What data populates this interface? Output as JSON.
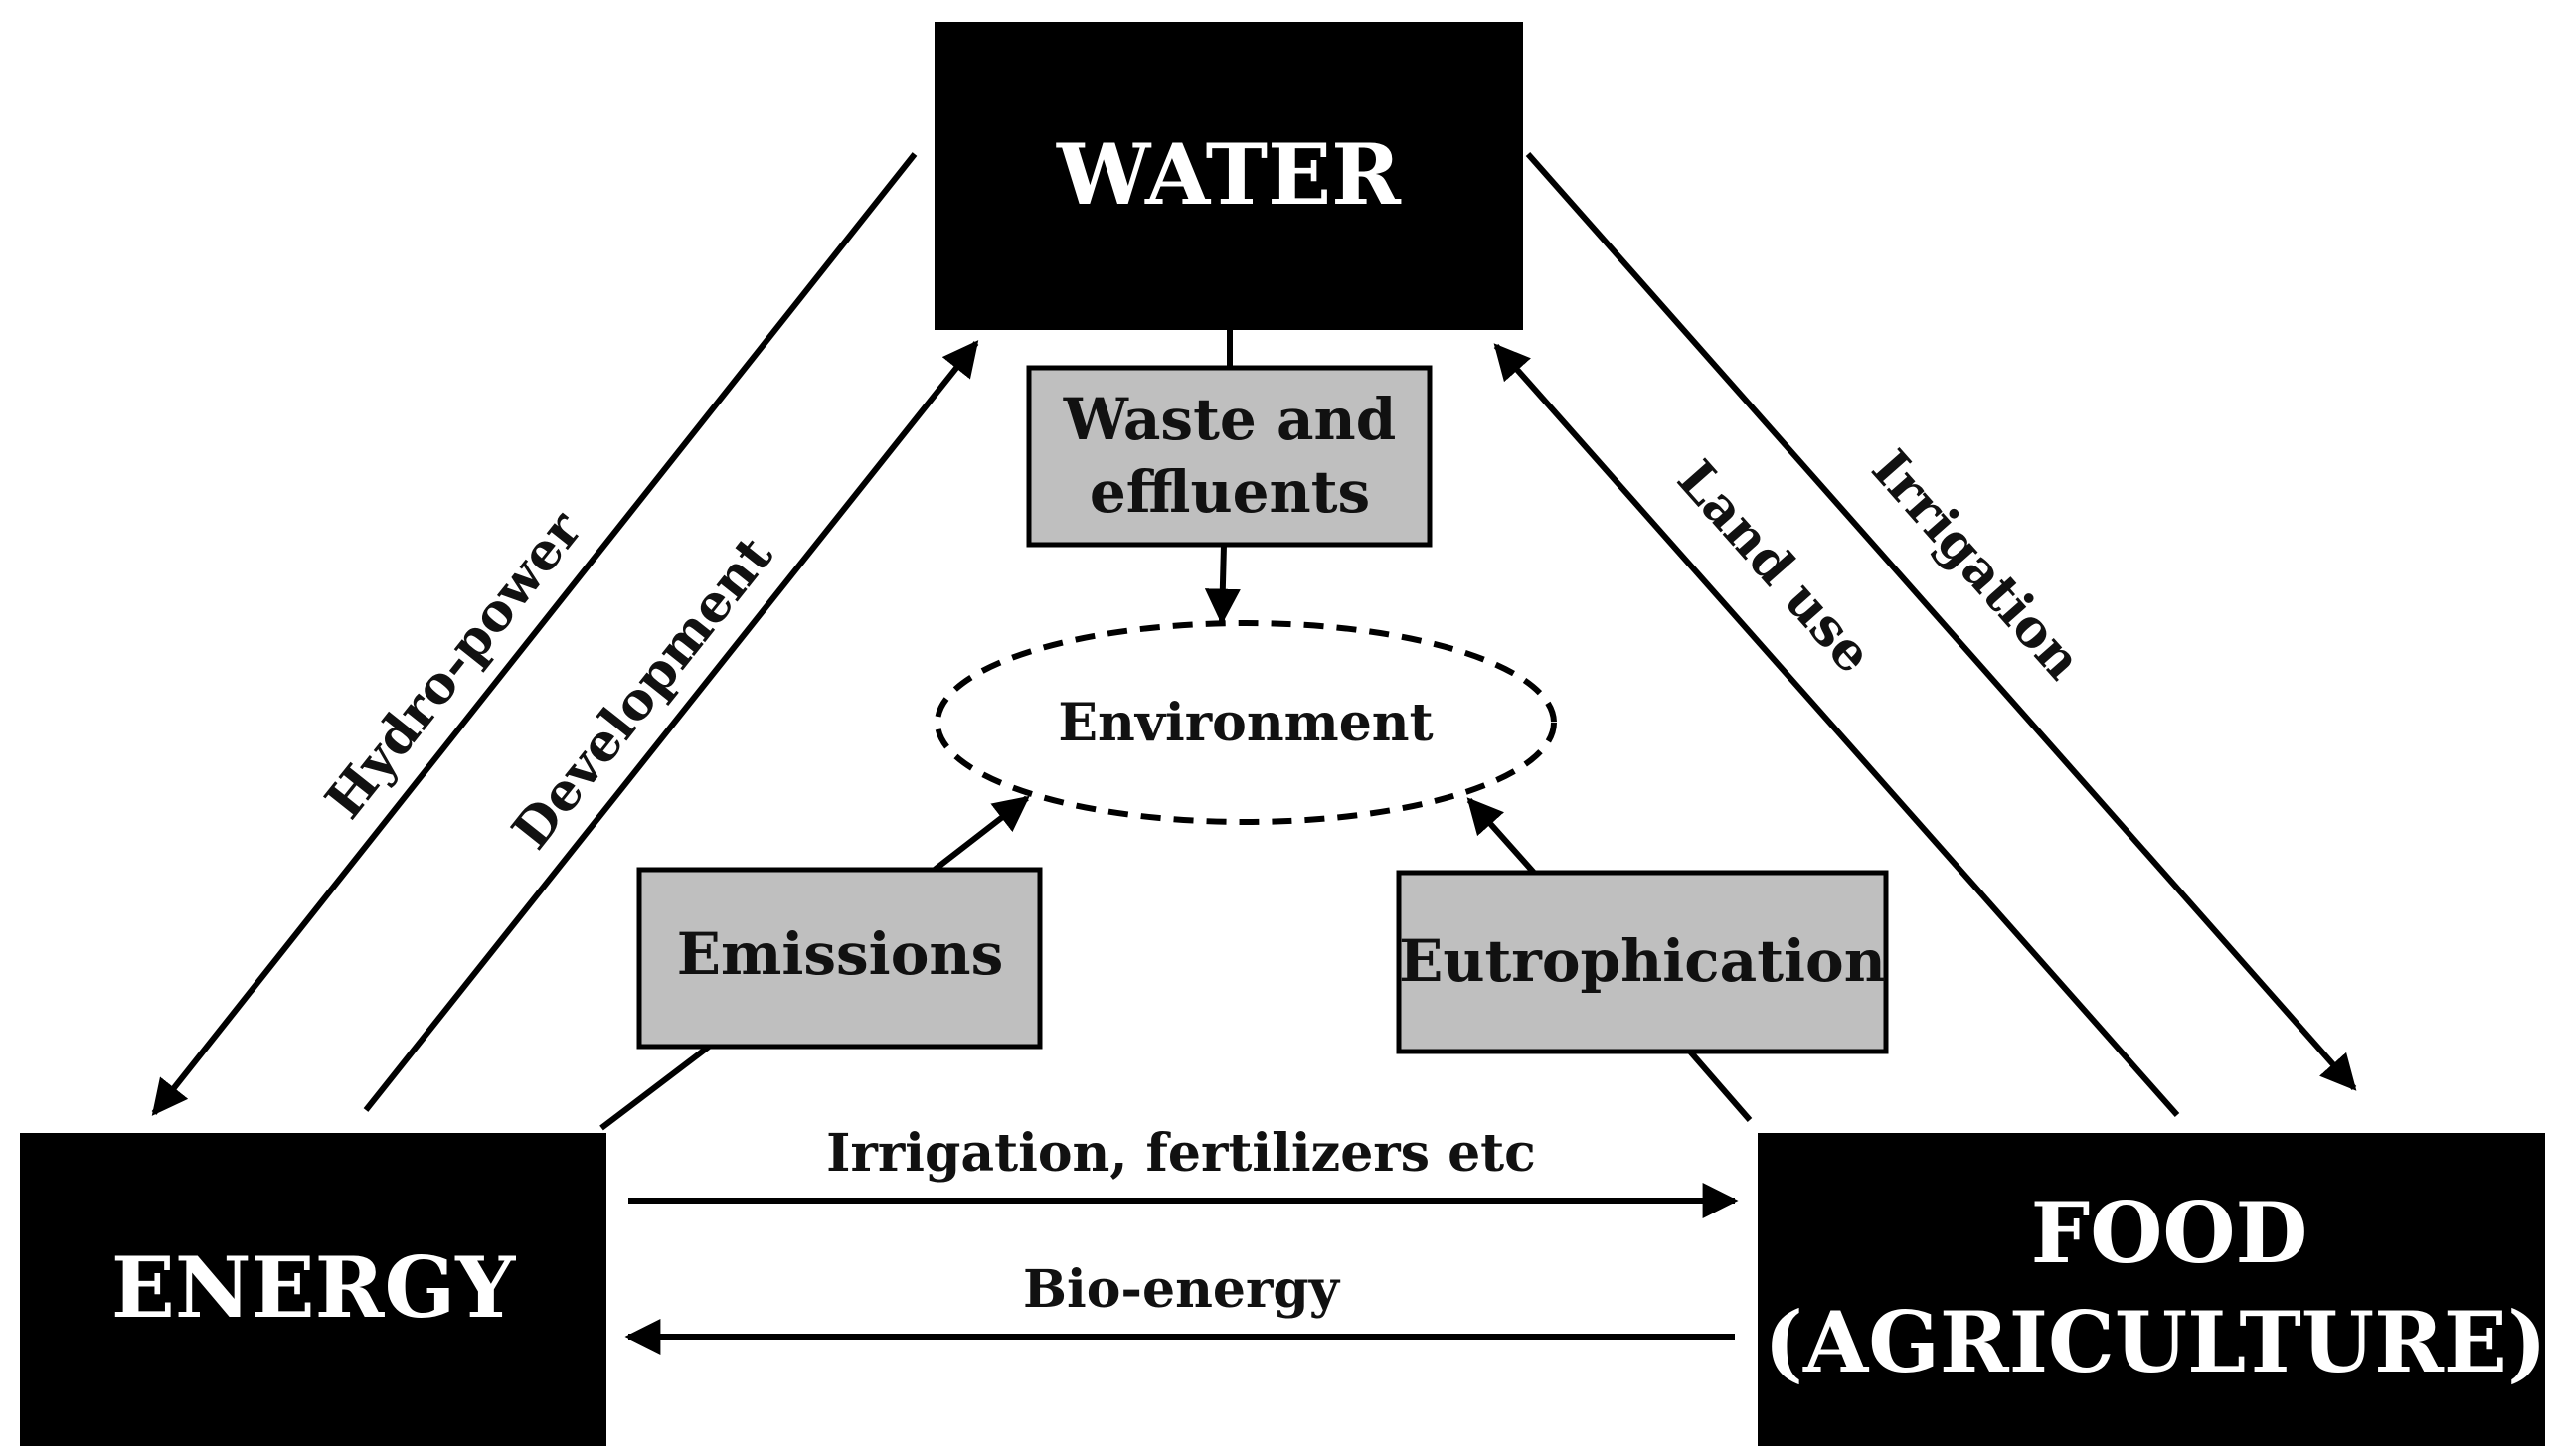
{
  "nodes": {
    "water": {
      "label": "WATER"
    },
    "energy": {
      "label": "ENERGY"
    },
    "food": {
      "line1": "FOOD",
      "line2": "(AGRICULTURE)"
    },
    "waste": {
      "line1": "Waste and",
      "line2": "effluents"
    },
    "emissions": {
      "label": "Emissions"
    },
    "eutrophication": {
      "label": "Eutrophication"
    },
    "environment": {
      "label": "Environment"
    }
  },
  "edges": {
    "hydropower": "Hydro-power",
    "development": "Development",
    "land_use": "Land use",
    "irrigation": "Irrigation",
    "irrigation_fertilizers": "Irrigation, fertilizers etc",
    "bio_energy": "Bio-energy"
  },
  "colors": {
    "main_box": "#000000",
    "sub_box": "#bfbfbf",
    "line": "#000000",
    "main_text": "#ffffff",
    "sub_text": "#111111"
  }
}
